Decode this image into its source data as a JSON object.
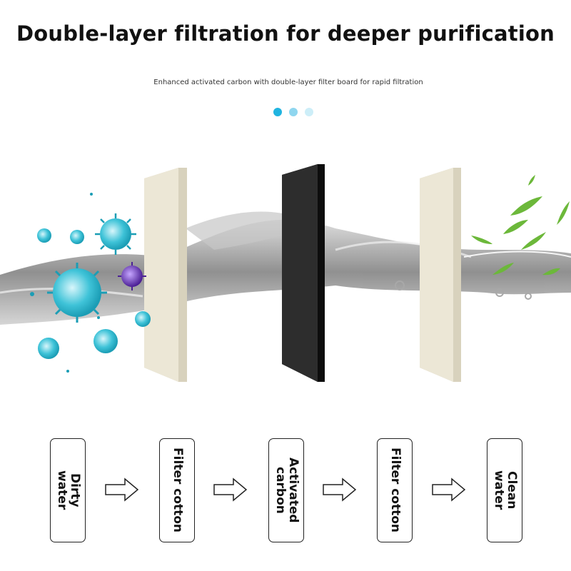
{
  "header": {
    "title": "Double-layer filtration for deeper purification",
    "subtitle": "Enhanced activated carbon with double-layer filter board for rapid filtration"
  },
  "pager": {
    "dot_colors": [
      "#20b4e0",
      "#8fd6ef",
      "#cdeef8"
    ]
  },
  "flow": {
    "steps": [
      {
        "label": "Dirty\nwater"
      },
      {
        "label": "Filter cotton"
      },
      {
        "label": "Activated\ncarbon"
      },
      {
        "label": "Filter cotton"
      },
      {
        "label": "Clean\nwater"
      }
    ]
  },
  "colors": {
    "water": "#8f8f8f",
    "cotton": "#e8e3d2",
    "carbon": "#222222",
    "virus": "#2ab8d0",
    "virus_purple": "#6a3ab0",
    "leaf": "#6cb83a"
  },
  "icons": [
    "virus-icon",
    "leaf-icon",
    "arrow-right-icon"
  ]
}
